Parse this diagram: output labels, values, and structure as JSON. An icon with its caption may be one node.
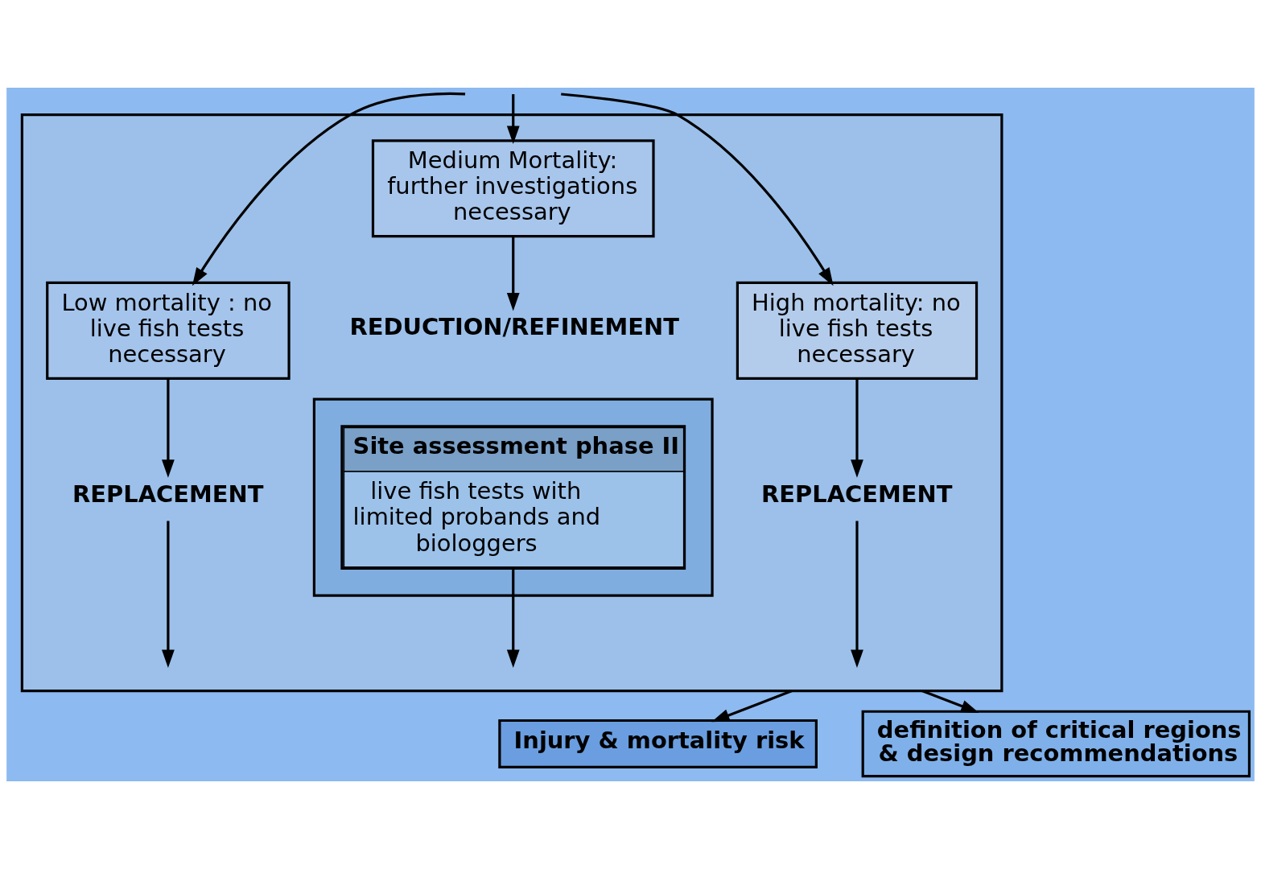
{
  "diagram": {
    "nodes": [
      {
        "text": [],
        "shape": "box"
      },
      {
        "text": [
          "Low mortality : no live fish tests necessary"
        ],
        "in": 0
      },
      {
        "text": [
          "Medium Mortality: further investigations necessary"
        ],
        "in": 0
      },
      {
        "text": [
          "High mortality: no live fish tests necessary"
        ],
        "in": 0
      },
      {
        "text": [
          "REPLACEMENT"
        ],
        "in": 0
      },
      {
        "text": [
          "REDUCTION/REFINEMENT"
        ],
        "in": 0
      },
      {
        "text": [
          "REPLACEMENT"
        ],
        "in": 0
      },
      {
        "text": [],
        "shape": "box",
        "in": 0
      },
      {
        "text": [
          "Site assessment phase II",
          "live fish tests with limited probands and biologgers"
        ],
        "in": 7
      },
      {
        "text": [
          "Injury & mortality risk"
        ]
      },
      {
        "text": [
          "definition of critical regions & design recommendations"
        ]
      }
    ],
    "edges": [
      {
        "from": null,
        "to": 1,
        "arrow": "to"
      },
      {
        "from": null,
        "to": 2,
        "arrow": "to"
      },
      {
        "from": null,
        "to": 3,
        "arrow": "to"
      },
      {
        "from": 1,
        "to": 4,
        "arrow": "to"
      },
      {
        "from": 2,
        "to": 5,
        "arrow": "to"
      },
      {
        "from": 3,
        "to": 6,
        "arrow": "to"
      },
      {
        "from": 4,
        "to": null,
        "arrow": "to"
      },
      {
        "from": 8,
        "to": null,
        "arrow": "to"
      },
      {
        "from": 6,
        "to": null,
        "arrow": "to"
      },
      {
        "from": 0,
        "to": 9,
        "arrow": "to"
      },
      {
        "from": 0,
        "to": 10,
        "arrow": "to"
      }
    ]
  }
}
